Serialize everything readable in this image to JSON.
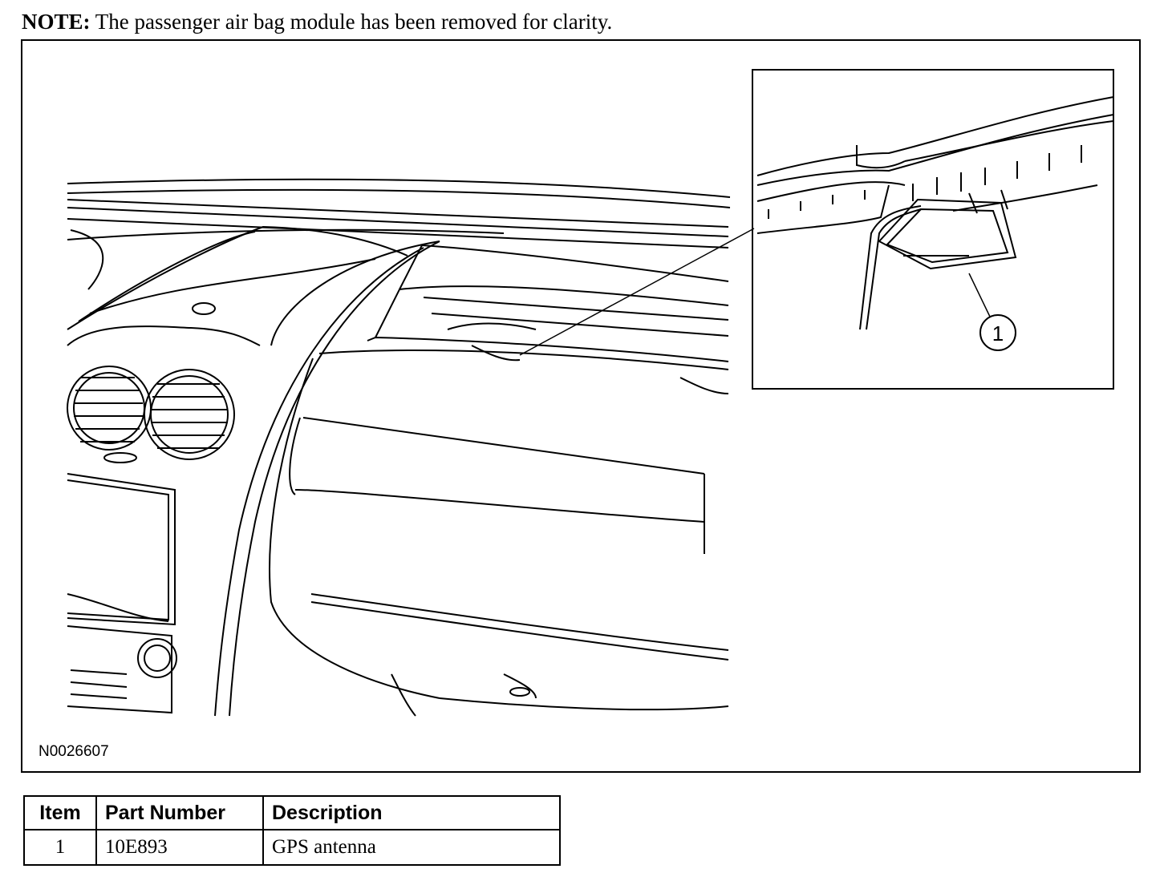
{
  "note": {
    "label": "NOTE:",
    "text": " The passenger air bag module has been removed for clarity."
  },
  "figure": {
    "id": "N0026607",
    "callout": "1"
  },
  "table": {
    "headers": [
      "Item",
      "Part Number",
      "Description"
    ],
    "rows": [
      [
        "1",
        "10E893",
        "GPS antenna"
      ]
    ]
  }
}
